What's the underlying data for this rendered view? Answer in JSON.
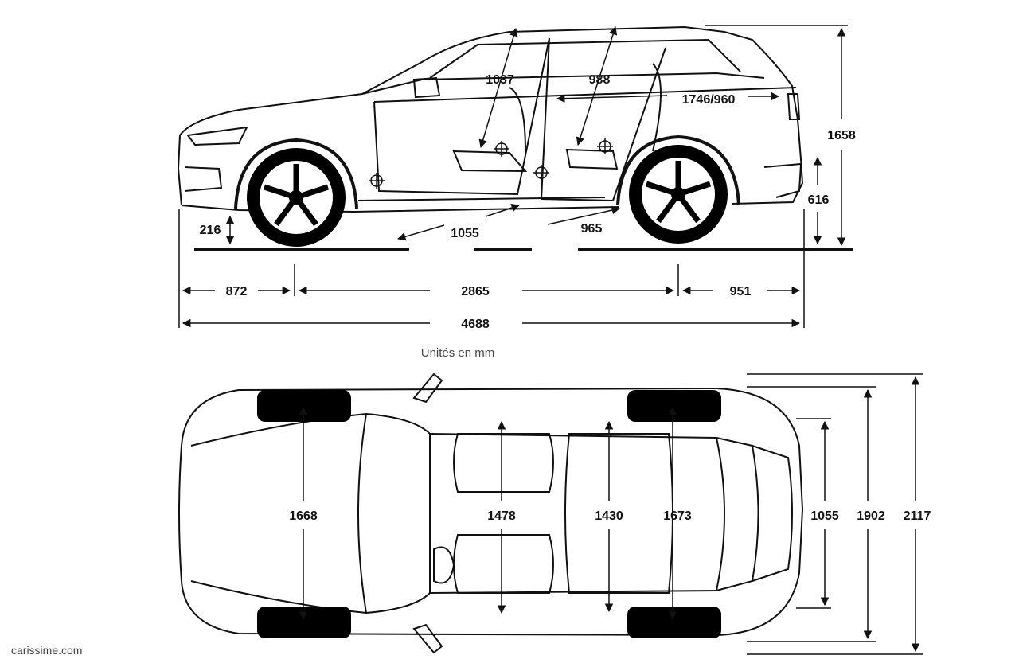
{
  "colors": {
    "line": "#111111",
    "tire": "#000000",
    "background": "#ffffff"
  },
  "side_view": {
    "headroom_front": "1037",
    "headroom_rear": "988",
    "cargo_length": "1746/960",
    "overall_height": "1658",
    "sill_height": "616",
    "ground_clearance": "216",
    "legroom_front": "1055",
    "legroom_rear": "965",
    "front_overhang": "872",
    "wheelbase": "2865",
    "rear_overhang": "951",
    "overall_length": "4688"
  },
  "units_note": "Unités en mm",
  "top_view": {
    "front_track": "1668",
    "shoulder_front": "1478",
    "shoulder_rear": "1430",
    "rear_track": "1673",
    "cargo_width": "1055",
    "body_width": "1902",
    "width_with_mirrors": "2117"
  },
  "watermark": "carissime.com"
}
